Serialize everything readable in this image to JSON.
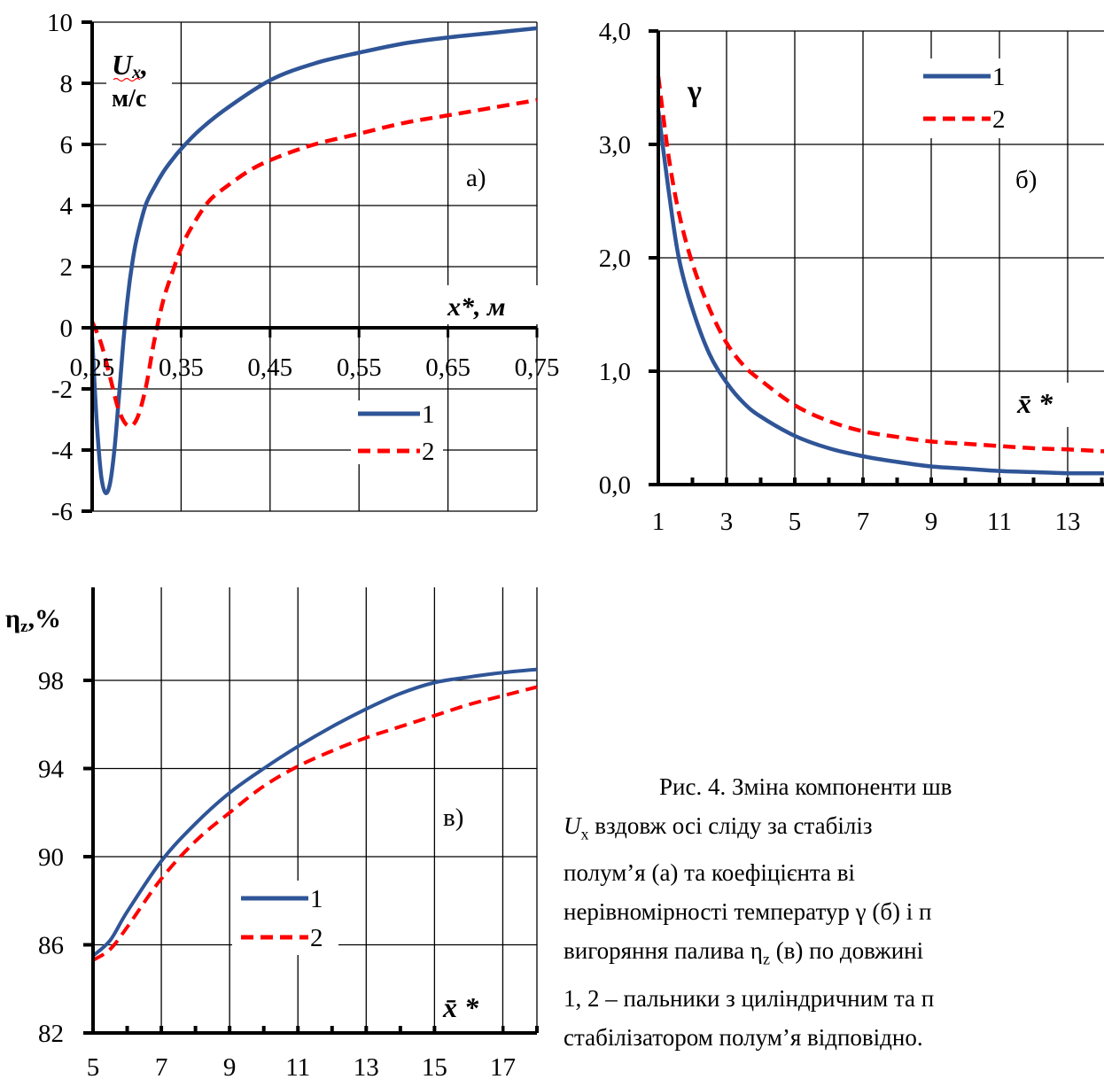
{
  "chart_data": [
    {
      "type": "line",
      "panel_label": "а)",
      "ylabel_var": "U",
      "ylabel_sub": "x",
      "ylabel_unit": "м/с",
      "xlabel": "x*, м",
      "xlim": [
        0.25,
        0.75
      ],
      "ylim": [
        -6,
        10
      ],
      "xticks": [
        "0,25",
        "0,35",
        "0,45",
        "0,55",
        "0,65",
        "0,75"
      ],
      "yticks": [
        "-6",
        "-4",
        "-2",
        "0",
        "2",
        "4",
        "6",
        "8",
        "10"
      ],
      "legend": [
        "1",
        "2"
      ],
      "grid": true,
      "series": [
        {
          "name": "1",
          "color": "#2f5597",
          "dash": false,
          "x": [
            0.25,
            0.255,
            0.26,
            0.265,
            0.27,
            0.275,
            0.28,
            0.285,
            0.29,
            0.295,
            0.3,
            0.31,
            0.32,
            0.33,
            0.34,
            0.35,
            0.37,
            0.4,
            0.45,
            0.5,
            0.55,
            0.6,
            0.65,
            0.7,
            0.75
          ],
          "y": [
            -0.3,
            -3.0,
            -4.8,
            -5.4,
            -5.1,
            -4.0,
            -2.3,
            -0.5,
            1.0,
            2.1,
            2.9,
            4.0,
            4.6,
            5.1,
            5.5,
            5.85,
            6.45,
            7.15,
            8.1,
            8.65,
            9.0,
            9.3,
            9.5,
            9.65,
            9.8
          ]
        },
        {
          "name": "2",
          "color": "#ff0000",
          "dash": true,
          "x": [
            0.25,
            0.26,
            0.27,
            0.28,
            0.29,
            0.3,
            0.31,
            0.32,
            0.33,
            0.34,
            0.35,
            0.36,
            0.38,
            0.4,
            0.43,
            0.46,
            0.5,
            0.55,
            0.6,
            0.65,
            0.7,
            0.75
          ],
          "y": [
            0.2,
            -0.5,
            -1.6,
            -2.7,
            -3.2,
            -3.0,
            -2.0,
            -0.4,
            0.9,
            1.8,
            2.6,
            3.2,
            4.1,
            4.6,
            5.2,
            5.6,
            6.0,
            6.35,
            6.7,
            6.95,
            7.2,
            7.45
          ]
        }
      ]
    },
    {
      "type": "line",
      "panel_label": "б)",
      "ylabel": "γ",
      "xlabel": "x̄ *",
      "xlim": [
        1,
        14.3
      ],
      "ylim": [
        0,
        4
      ],
      "xticks": [
        "1",
        "3",
        "5",
        "7",
        "9",
        "11",
        "13"
      ],
      "yticks": [
        "0,0",
        "1,0",
        "2,0",
        "3,0",
        "4,0"
      ],
      "legend": [
        "1",
        "2"
      ],
      "grid": true,
      "series": [
        {
          "name": "1",
          "color": "#2f5597",
          "dash": false,
          "x": [
            1.0,
            1.3,
            1.6,
            2.0,
            2.5,
            3.0,
            3.5,
            4.0,
            5.0,
            6.0,
            7.0,
            8.0,
            9.0,
            10.0,
            11.0,
            12.0,
            13.0,
            14.3
          ],
          "y": [
            3.3,
            2.6,
            2.0,
            1.55,
            1.15,
            0.9,
            0.72,
            0.6,
            0.43,
            0.32,
            0.25,
            0.2,
            0.16,
            0.14,
            0.12,
            0.11,
            0.1,
            0.1
          ]
        },
        {
          "name": "2",
          "color": "#ff0000",
          "dash": true,
          "x": [
            1.0,
            1.3,
            1.6,
            2.0,
            2.5,
            3.0,
            3.5,
            4.0,
            5.0,
            6.0,
            7.0,
            8.0,
            9.0,
            10.0,
            11.0,
            12.0,
            13.0,
            14.3
          ],
          "y": [
            3.6,
            2.9,
            2.4,
            1.95,
            1.55,
            1.25,
            1.05,
            0.92,
            0.7,
            0.56,
            0.47,
            0.42,
            0.38,
            0.36,
            0.34,
            0.32,
            0.31,
            0.29
          ]
        }
      ]
    },
    {
      "type": "line",
      "panel_label": "в)",
      "ylabel_var": "η",
      "ylabel_sub": "z",
      "ylabel_unit": ",%",
      "xlabel": "x̄ *",
      "xlim": [
        5,
        18
      ],
      "ylim": [
        82,
        102
      ],
      "xticks": [
        "5",
        "7",
        "9",
        "11",
        "13",
        "15",
        "17"
      ],
      "yticks": [
        "82",
        "86",
        "90",
        "94",
        "98"
      ],
      "legend": [
        "1",
        "2"
      ],
      "grid": true,
      "series": [
        {
          "name": "1",
          "color": "#2f5597",
          "dash": false,
          "x": [
            5.0,
            5.5,
            6.0,
            7.0,
            8.0,
            9.0,
            10.0,
            11.0,
            12.0,
            13.0,
            14.0,
            15.0,
            16.0,
            17.0,
            18.0
          ],
          "y": [
            85.5,
            86.2,
            87.5,
            89.8,
            91.5,
            92.9,
            94.0,
            95.0,
            95.9,
            96.7,
            97.4,
            97.9,
            98.15,
            98.35,
            98.5
          ]
        },
        {
          "name": "2",
          "color": "#ff0000",
          "dash": true,
          "x": [
            5.0,
            5.5,
            6.0,
            7.0,
            8.0,
            9.0,
            10.0,
            11.0,
            12.0,
            13.0,
            14.0,
            15.0,
            16.0,
            17.0,
            18.0
          ],
          "y": [
            85.3,
            85.8,
            86.8,
            89.0,
            90.7,
            92.0,
            93.2,
            94.1,
            94.8,
            95.4,
            95.9,
            96.4,
            96.9,
            97.3,
            97.7
          ]
        }
      ]
    }
  ],
  "caption": {
    "line1": "Рис. 4. Зміна компоненти шв",
    "line2_var": "U",
    "line2_sub": "x",
    "line2_rest": " вздовж осі сліду за стабіліз",
    "line3": "полум’я (а) та коефіцієнта ві",
    "line4": "нерівномірності температур γ (б) і п",
    "line5_a": "вигоряння палива η",
    "line5_sub": "z",
    "line5_b": " (в) по довжині",
    "line6": "1, 2 – пальники з циліндричним та п",
    "line7": "стабілізатором полум’я відповідно."
  },
  "colors": {
    "series1": "#2f5597",
    "series2": "#ff0000",
    "grid": "#000000"
  }
}
